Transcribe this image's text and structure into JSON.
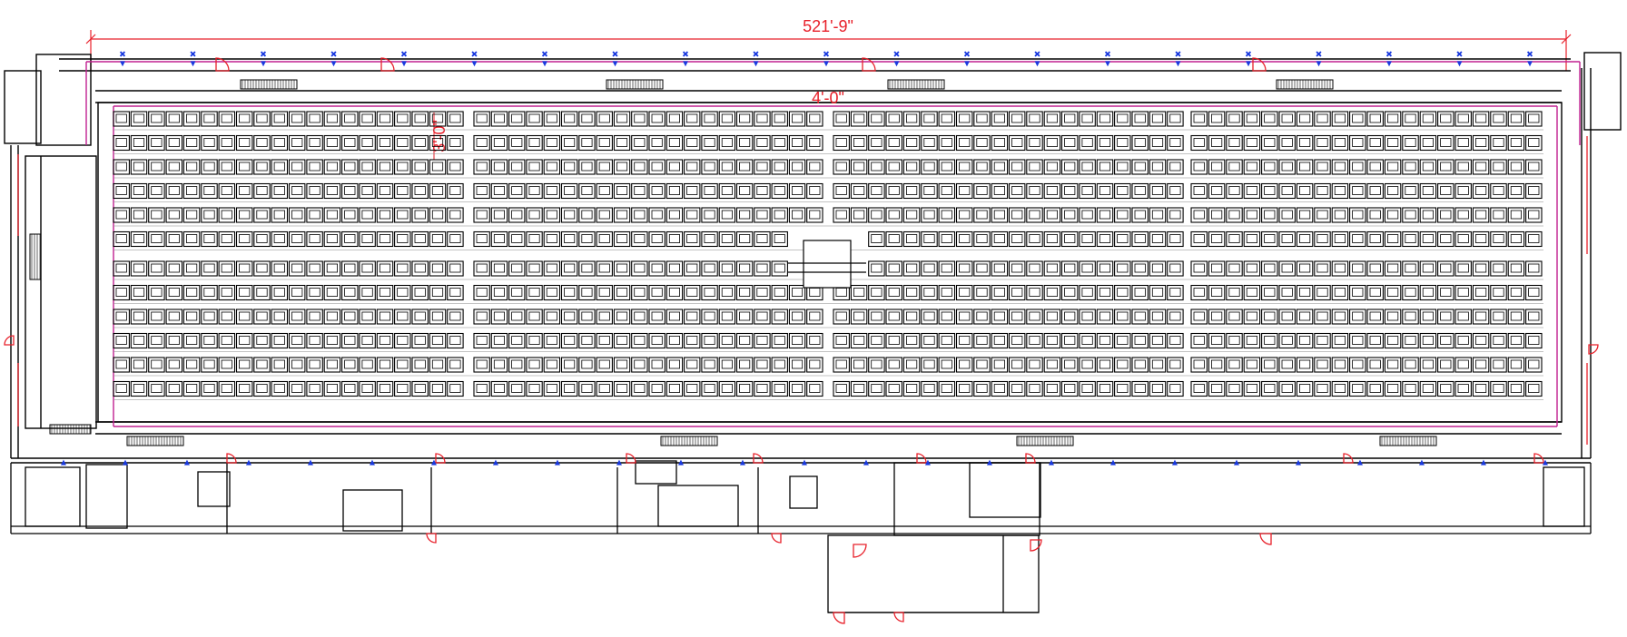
{
  "drawing": {
    "type": "architectural floor plan",
    "colors": {
      "wall": "#000000",
      "dimension": "#e8202a",
      "door": "#e8202a",
      "aisle_line": "#c02090",
      "fixture_marker": "#1a3adf",
      "grid_light": "#888888"
    }
  },
  "dimensions": {
    "overall_length": "521'-9\"",
    "aisle_width": "4'-0\"",
    "row_spacing": "3'-0\""
  },
  "seating": {
    "rows": 12,
    "blocks": 4,
    "seats_per_block_row": 20
  }
}
